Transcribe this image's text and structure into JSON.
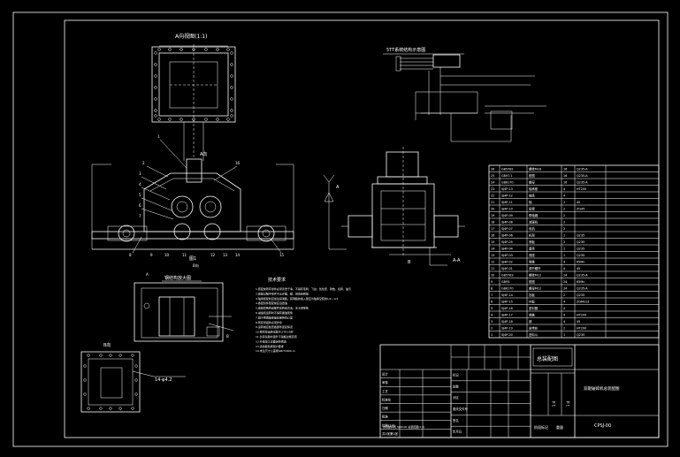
{
  "colors": {
    "background": "#000000",
    "line": "#ffffff"
  },
  "top_view": {
    "title": "A向视图(1:1)",
    "label_a": "A向"
  },
  "front_view": {
    "caption": "图1",
    "sub_label": "B向",
    "part_numbers": [
      "1",
      "2",
      "3",
      "4",
      "5",
      "6",
      "7",
      "8",
      "9",
      "10",
      "11",
      "12",
      "13",
      "14",
      "15",
      "16"
    ]
  },
  "hydraulic_view": {
    "title": "5TT系统结构示意图"
  },
  "side_view": {
    "mark_a": "A",
    "mark_b": "B",
    "dim_label": "A-A"
  },
  "detail_view": {
    "title": "钢结构放大图",
    "label_a": "A",
    "label_b": "B"
  },
  "tech_notes": {
    "title": "技术要求",
    "lines": [
      "1.装配前所有零件必须清洗干净，不得有毛刺、飞边、氧化皮、锈蚀、切屑、油污",
      "2.装配过程中零件不允许磕、碰、划伤和锈蚀",
      "3.轴承装配时应加注润滑脂，润滑脂的加入量应为轴承空腔的1/2~1/3",
      "4.各密封件装配前应浸透油",
      "5.装配后各转动部件应转动灵活，无卡滞现象",
      "6.减速机运转时不得有漏油现象",
      "7.辊子两端轴承座应保持同心度",
      "8.所有紧固件必须拧紧",
      "9.运转前应检查各部件连接情况",
      "10.整机空运转试验不少于2小时",
      "11.负荷试验时温升不得超过规定值",
      "12.外露加工表面涂防锈油",
      "13.涂漆颜色按用户要求",
      "14.未注尺寸公差按GB/T1804-m"
    ]
  },
  "b_view": {
    "title": "B向",
    "dim_label": "14-φ4.2"
  },
  "parts_table": {
    "rows": [
      [
        "26",
        "GB5782",
        "螺栓M16",
        "16",
        "Q235-A",
        ""
      ],
      [
        "25",
        "GB97.1",
        "垫圈",
        "16",
        "Q235-A",
        ""
      ],
      [
        "24",
        "GB6170",
        "螺母",
        "16",
        "Q235-A",
        ""
      ],
      [
        "23",
        "SJ4P-13",
        "轴承座",
        "4",
        "HT200",
        ""
      ],
      [
        "22",
        "SJ4P-12",
        "轴承",
        "4",
        "",
        ""
      ],
      [
        "21",
        "SJ4P-11",
        "轴",
        "2",
        "45",
        ""
      ],
      [
        "20",
        "SJ4P-10",
        "齿辊",
        "2",
        "ZG45",
        ""
      ],
      [
        "19",
        "SJ4P-09",
        "联轴器",
        "2",
        "",
        ""
      ],
      [
        "18",
        "SJ4P-08",
        "减速机",
        "2",
        "",
        ""
      ],
      [
        "17",
        "SJ4P-07",
        "电机",
        "2",
        "",
        ""
      ],
      [
        "16",
        "SJ4P-06",
        "机架",
        "1",
        "Q235",
        ""
      ],
      [
        "15",
        "SJ4P-05",
        "侧板",
        "2",
        "Q235",
        ""
      ],
      [
        "14",
        "SJ4P-04",
        "罩壳",
        "1",
        "Q235",
        ""
      ],
      [
        "13",
        "SJ4P-03",
        "底座",
        "1",
        "Q235",
        ""
      ],
      [
        "12",
        "SJ4P-02",
        "弹簧",
        "4",
        "65Mn",
        ""
      ],
      [
        "11",
        "SJ4P-01",
        "调节螺杆",
        "4",
        "45",
        ""
      ],
      [
        "10",
        "GB5783",
        "螺栓M12",
        "24",
        "Q235-A",
        ""
      ],
      [
        "9",
        "GB93",
        "垫圈",
        "24",
        "65Mn",
        ""
      ],
      [
        "8",
        "GB6170",
        "螺母M12",
        "24",
        "Q235-A",
        ""
      ],
      [
        "7",
        "SJ4P-14",
        "挡板",
        "2",
        "Q235",
        ""
      ],
      [
        "6",
        "SJ4P-15",
        "衬板",
        "4",
        "ZGMn13",
        ""
      ],
      [
        "5",
        "SJ4P-16",
        "密封圈",
        "4",
        "",
        ""
      ],
      [
        "4",
        "SJ4P-17",
        "端盖",
        "4",
        "HT200",
        ""
      ],
      [
        "3",
        "SJ4P-18",
        "键",
        "4",
        "45",
        ""
      ],
      [
        "2",
        "SJ4P-19",
        "皮带轮",
        "2",
        "HT200",
        ""
      ],
      [
        "1",
        "SJ4P-20",
        "进料斗",
        "1",
        "Q235",
        ""
      ]
    ]
  },
  "title_block": {
    "drawing_title": "双辊破碎机总装配图",
    "drawing_number": "CPSJ-00",
    "unit": "总装配图",
    "scale": "1:4",
    "sheet": "1:4",
    "left_lines": [
      "设计",
      "审核",
      "工艺",
      "标准化",
      "日期",
      "批准",
      "比例(1:4)",
      "共1张第1张"
    ],
    "footer_note": "双辊破碎机 SJ4P-00 总装配图(1:4)",
    "mid_labels": [
      "标记",
      "处数",
      "分区",
      "更改文件号",
      "签名",
      "年月日"
    ],
    "right_labels": [
      "阶段标记",
      "重量",
      "比例"
    ]
  }
}
